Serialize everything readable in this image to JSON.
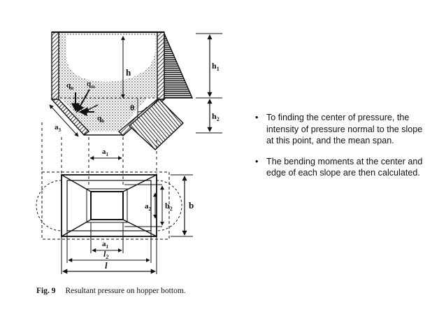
{
  "bullets": [
    "To finding the center of pressure, the intensity of pressure normal to the slope at this point, and the mean span.",
    "The bending moments at the center and edge of each slope are then calculated."
  ],
  "caption": {
    "figure": "Fig. 9",
    "text": "Resultant pressure on hopper bottom."
  },
  "labels": {
    "h": "h",
    "h1": "h",
    "h1_sub": "1",
    "h2": "h",
    "h2_sub": "2",
    "theta": "θ",
    "qn": "q",
    "qn_sub": "n",
    "qm": "q",
    "qm_sub": "m",
    "qh": "q",
    "qh_sub": "h",
    "a3": "a",
    "a3_sub": "3",
    "a1_top": "a",
    "a1_top_sub": "1",
    "a1_bottom": "a",
    "a1_bottom_sub": "1",
    "a2": "a",
    "a2_sub": "2",
    "b2": "b",
    "b2_sub": "2",
    "b": "b",
    "l2": "l",
    "l2_sub": "2",
    "l": "l"
  },
  "colors": {
    "ink": "#111111",
    "background": "#ffffff"
  }
}
